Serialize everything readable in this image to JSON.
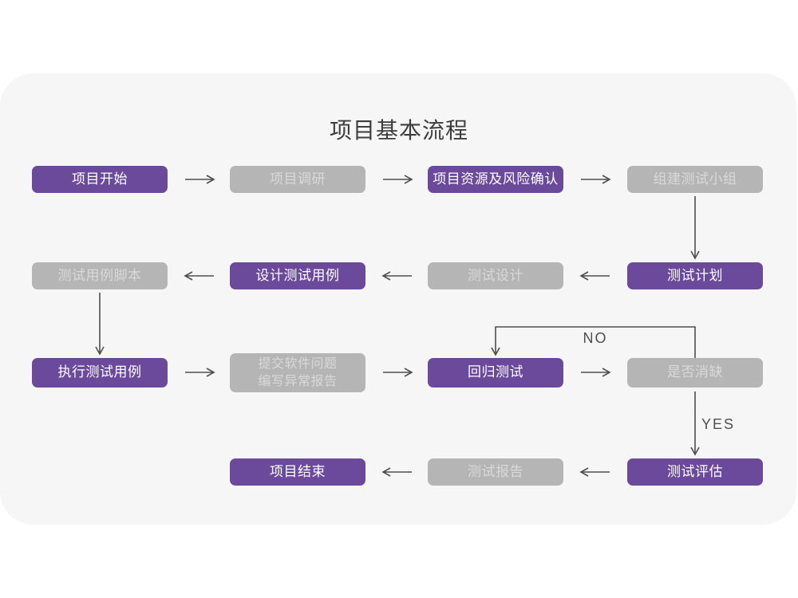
{
  "page": {
    "title": "项目基本流程"
  },
  "colors": {
    "purple": "#6b4a9c",
    "gray_box": "#b6b5b6",
    "gray_box_text": "#d9d9d9",
    "purple_box_text": "#ffffff",
    "arrow": "#4f4f4f",
    "card_background": "#f6f6f6",
    "page_background": "#ffffff",
    "title_text": "#3d3d3d"
  },
  "branch_labels": {
    "no": "NO",
    "yes": "YES"
  },
  "nodes": [
    {
      "id": "project-start",
      "label": "项目开始",
      "variant": "purple"
    },
    {
      "id": "project-research",
      "label": "项目调研",
      "variant": "gray"
    },
    {
      "id": "project-resources-risk",
      "label": "项目资源及风险确认",
      "variant": "purple"
    },
    {
      "id": "build-test-team",
      "label": "组建测试小组",
      "variant": "gray"
    },
    {
      "id": "test-plan",
      "label": "测试计划",
      "variant": "purple"
    },
    {
      "id": "test-design",
      "label": "测试设计",
      "variant": "gray"
    },
    {
      "id": "design-test-cases",
      "label": "设计测试用例",
      "variant": "purple"
    },
    {
      "id": "test-case-scripts",
      "label": "测试用例脚本",
      "variant": "gray"
    },
    {
      "id": "execute-test-cases",
      "label": "执行测试用例",
      "variant": "purple"
    },
    {
      "id": "submit-issue-report",
      "label": "提交软件问题\n编写异常报告",
      "variant": "gray"
    },
    {
      "id": "regression-test",
      "label": "回归测试",
      "variant": "purple"
    },
    {
      "id": "defect-cleared",
      "label": "是否消缺",
      "variant": "gray"
    },
    {
      "id": "test-evaluation",
      "label": "测试评估",
      "variant": "purple"
    },
    {
      "id": "test-report",
      "label": "测试报告",
      "variant": "gray"
    },
    {
      "id": "project-end",
      "label": "项目结束",
      "variant": "purple"
    }
  ]
}
